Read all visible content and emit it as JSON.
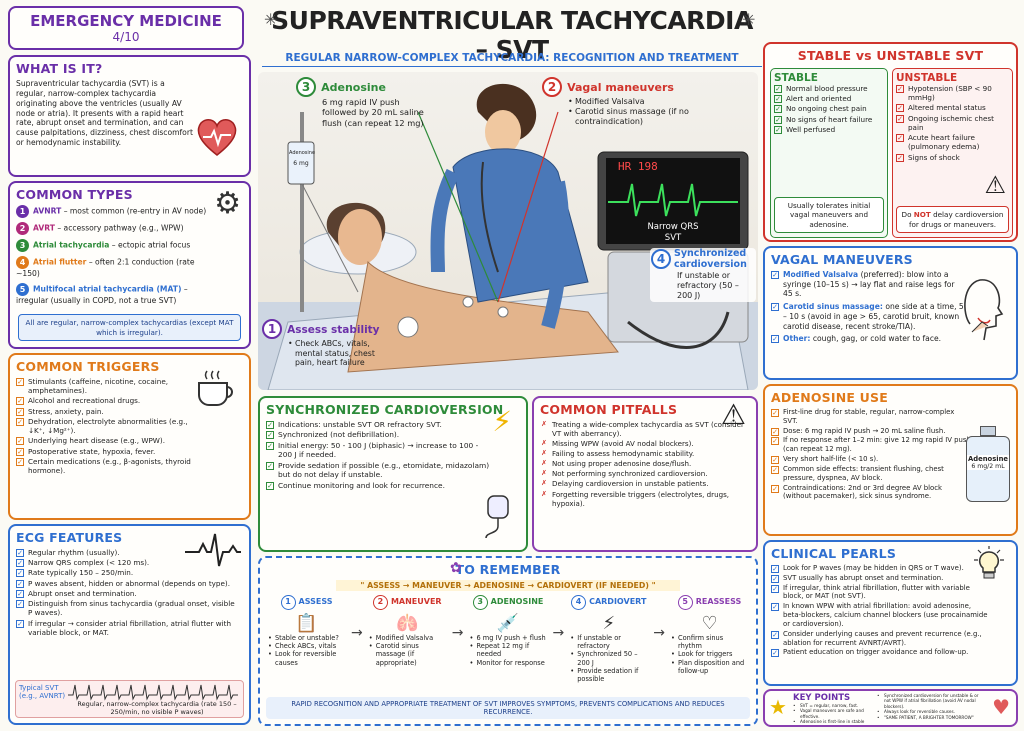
{
  "badge": {
    "title": "EMERGENCY MEDICINE",
    "count": "4/10"
  },
  "title": "SUPRAVENTRICULAR TACHYCARDIA – SVT",
  "subtitle": "REGULAR NARROW-COMPLEX TACHYCARDIA: RECOGNITION AND TREATMENT",
  "what": {
    "title": "WHAT IS IT?",
    "body": "Supraventricular tachycardia (SVT) is a regular, narrow-complex tachycardia originating above the ventricles (usually AV node or atria). It presents with a rapid heart rate, abrupt onset and termination, and can cause palpitations, dizziness, chest discomfort or hemodynamic instability."
  },
  "types": {
    "title": "COMMON TYPES",
    "items": [
      {
        "n": "1",
        "name": "AVNRT",
        "desc": " – most common (re-entry in AV node)",
        "color": "#6a2fa8"
      },
      {
        "n": "2",
        "name": "AVRT",
        "desc": " – accessory pathway (e.g., WPW)",
        "color": "#b02a7a"
      },
      {
        "n": "3",
        "name": "Atrial tachycardia",
        "desc": " – ectopic atrial focus",
        "color": "#2e8b3a"
      },
      {
        "n": "4",
        "name": "Atrial flutter",
        "desc": " – often 2:1 conduction (rate ~150)",
        "color": "#e07a1a"
      },
      {
        "n": "5",
        "name": "Multifocal atrial tachycardia (MAT)",
        "desc": " – irregular (usually in COPD, not a true SVT)",
        "color": "#2f6fd0"
      }
    ],
    "note": "All are regular, narrow-complex tachycardias (except MAT which is irregular)."
  },
  "triggers": {
    "title": "COMMON TRIGGERS",
    "items": [
      "Stimulants (caffeine, nicotine, cocaine, amphetamines).",
      "Alcohol and recreational drugs.",
      "Stress, anxiety, pain.",
      "Dehydration, electrolyte abnormalities (e.g., ↓K⁺, ↓Mg²⁺).",
      "Underlying heart disease (e.g., WPW).",
      "Postoperative state, hypoxia, fever.",
      "Certain medications (e.g., β-agonists, thyroid hormone)."
    ]
  },
  "ecg": {
    "title": "ECG FEATURES",
    "items": [
      "Regular rhythm (usually).",
      "Narrow QRS complex (< 120 ms).",
      "Rate typically 150 – 250/min.",
      "P waves absent, hidden or abnormal (depends on type).",
      "Abrupt onset and termination.",
      "Distinguish from sinus tachycardia (gradual onset, visible P waves).",
      "If irregular → consider atrial fibrillation, atrial flutter with variable block, or MAT."
    ],
    "strip_label": "Typical SVT (e.g., AVNRT)",
    "strip_caption": "Regular, narrow-complex tachycardia (rate 150 – 250/min, no visible P waves)"
  },
  "scene": {
    "adenosine": {
      "n": "3",
      "title": "Adenosine",
      "text": "6 mg rapid IV push followed by 20 mL saline flush (can repeat 12 mg)"
    },
    "vagal": {
      "n": "2",
      "title": "Vagal maneuvers",
      "items": [
        "Modified Valsalva",
        "Carotid sinus massage (if no contraindication)"
      ]
    },
    "assess": {
      "n": "1",
      "title": "Assess stability",
      "items": [
        "Check ABCs, vitals, mental status, chest pain, heart failure"
      ]
    },
    "sync": {
      "n": "4",
      "title": "Synchronized cardioversion",
      "text": "If unstable or refractory (50 – 200 J)"
    },
    "monitor": {
      "hr": "HR 198",
      "line1": "Narrow QRS",
      "line2": "SVT"
    },
    "syringe": {
      "line1": "Adenosine",
      "line2": "6 mg"
    }
  },
  "stable": {
    "title": "STABLE vs UNSTABLE SVT",
    "stable_h": "STABLE",
    "stable_items": [
      "Normal blood pressure",
      "Alert and oriented",
      "No ongoing chest pain",
      "No signs of heart failure",
      "Well perfused"
    ],
    "stable_note": "Usually tolerates initial vagal maneuvers and adenosine.",
    "unstable_h": "UNSTABLE",
    "unstable_items": [
      "Hypotension (SBP < 90 mmHg)",
      "Altered mental status",
      "Ongoing ischemic chest pain",
      "Acute heart failure (pulmonary edema)",
      "Signs of shock"
    ],
    "unstable_note_pre": "Do ",
    "unstable_note_not": "NOT",
    "unstable_note_post": " delay cardioversion for drugs or maneuvers."
  },
  "vagal_box": {
    "title": "VAGAL MANEUVERS",
    "i1_b": "Modified Valsalva",
    "i1_t": " (preferred): blow into a syringe (10–15 s) → lay flat and raise legs for 45 s.",
    "i2_b": "Carotid sinus massage:",
    "i2_t": " one side at a time, 5 – 10 s (avoid in age > 65, carotid bruit, known carotid disease, recent stroke/TIA).",
    "i3_b": "Other:",
    "i3_t": " cough, gag, or cold water to face."
  },
  "adeno_box": {
    "title": "ADENOSINE USE",
    "items": [
      "First-line drug for stable, regular, narrow-complex SVT.",
      "Dose: 6 mg rapid IV push → 20 mL saline flush.",
      "If no response after 1–2 min: give 12 mg rapid IV push (can repeat 12 mg).",
      "Very short half-life (< 10 s).",
      "Common side effects: transient flushing, chest pressure, dyspnea, AV block.",
      "Contraindications: 2nd or 3rd degree AV block (without pacemaker), sick sinus syndrome."
    ],
    "vial_1": "Adenosine",
    "vial_2": "6 mg/2 mL"
  },
  "pearls": {
    "title": "CLINICAL PEARLS",
    "items": [
      "Look for P waves (may be hidden in QRS or T wave).",
      "SVT usually has abrupt onset and termination.",
      "If irregular, think atrial fibrillation, flutter with variable block, or MAT (not SVT).",
      "In known WPW with atrial fibrillation: avoid adenosine, beta-blockers, calcium channel blockers (use procainamide or cardioversion).",
      "Consider underlying causes and prevent recurrence (e.g., ablation for recurrent AVNRT/AVRT).",
      "Patient education on trigger avoidance and follow-up."
    ]
  },
  "cardio": {
    "title": "SYNCHRONIZED CARDIOVERSION",
    "items": [
      "Indications: unstable SVT OR refractory SVT.",
      "Synchronized (not defibrillation).",
      "Initial energy: 50 - 100 J (biphasic) → increase to 100 - 200 J if needed.",
      "Provide sedation if possible (e.g., etomidate, midazolam) but do not delay if unstable.",
      "Continue monitoring and look for recurrence."
    ]
  },
  "pitfalls": {
    "title": "COMMON PITFALLS",
    "items": [
      "Treating a wide-complex tachycardia as SVT (consider VT with aberrancy).",
      "Missing WPW (avoid AV nodal blockers).",
      "Failing to assess hemodynamic stability.",
      "Not using proper adenosine dose/flush.",
      "Not performing synchronized cardioversion.",
      "Delaying cardioversion in unstable patients.",
      "Forgetting reversible triggers (electrolytes, drugs, hypoxia)."
    ]
  },
  "remember": {
    "title": "TO REMEMBER",
    "flow": "\" ASSESS → MANEUVER → ADENOSINE → CARDIOVERT (IF NEEDED) \"",
    "steps": [
      {
        "n": "1",
        "name": "ASSESS",
        "color": "#2f6fd0",
        "items": [
          "Stable or unstable?",
          "Check ABCs, vitals",
          "Look for reversible causes"
        ]
      },
      {
        "n": "2",
        "name": "MANEUVER",
        "color": "#d0342c",
        "items": [
          "Modified Valsalva",
          "Carotid sinus massage (if appropriate)"
        ]
      },
      {
        "n": "3",
        "name": "ADENOSINE",
        "color": "#2e8b3a",
        "items": [
          "6 mg IV push + flush",
          "Repeat 12 mg if needed",
          "Monitor for response"
        ]
      },
      {
        "n": "4",
        "name": "CARDIOVERT",
        "color": "#2f6fd0",
        "items": [
          "If unstable or refractory",
          "Synchronized 50 – 200 J",
          "Provide sedation if possible"
        ]
      },
      {
        "n": "5",
        "name": "REASSESS",
        "color": "#8a3fb0",
        "items": [
          "Confirm sinus rhythm",
          "Look for triggers",
          "Plan disposition and follow-up"
        ]
      }
    ],
    "footer": "RAPID RECOGNITION AND APPROPRIATE TREATMENT OF SVT IMPROVES SYMPTOMS, PREVENTS COMPLICATIONS AND REDUCES RECURRENCE."
  },
  "key": {
    "title": "KEY POINTS",
    "left": [
      "SVT = regular, narrow, fast.",
      "Vagal maneuvers are safe and effective.",
      "Adenosine is first-line in stable patients."
    ],
    "right": [
      "Synchronized cardioversion for unstable & or not WPW if atrial fibrillation (avoid AV nodal blockers).",
      "Always look for reversible causes.",
      "\"SAME PATIENT, A BRIGHTER TOMORROW\""
    ]
  },
  "colors": {
    "purple": "#6a2fa8",
    "orange": "#e07a1a",
    "blue": "#2f6fd0",
    "green": "#2e8b3a",
    "red": "#d0342c"
  }
}
